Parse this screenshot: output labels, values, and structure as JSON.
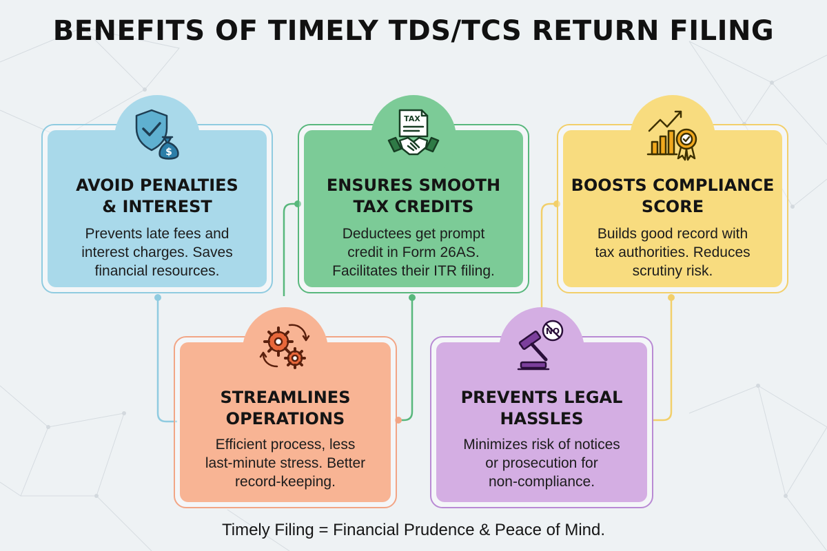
{
  "title": "BENEFITS OF TIMELY TDS/TCS RETURN FILING",
  "cards": {
    "penalties": {
      "heading": [
        "AVOID PENALTIES",
        "& INTEREST"
      ],
      "desc": [
        "Prevents late fees and",
        "interest charges. Saves",
        "financial resources."
      ],
      "icon": "shield-money-bag-icon",
      "color": "#a9d9ea"
    },
    "credits": {
      "heading": [
        "ENSURES SMOOTH",
        "TAX CREDITS"
      ],
      "desc": [
        "Deductees get prompt",
        "credit in Form 26AS.",
        "Facilitates their ITR filing."
      ],
      "icon": "tax-document-handshake-icon",
      "icon_text": "TAX",
      "color": "#7ccb97"
    },
    "compliance": {
      "heading": [
        "BOOSTS COMPLIANCE",
        "SCORE"
      ],
      "desc": [
        "Builds good record with",
        "tax authorities. Reduces",
        "scrutiny risk."
      ],
      "icon": "growth-chart-badge-icon",
      "color": "#f8dc7f"
    },
    "operations": {
      "heading": [
        "STREAMLINES",
        "OPERATIONS"
      ],
      "desc": [
        "Efficient process, less",
        "last-minute stress. Better",
        "record-keeping."
      ],
      "icon": "gears-cycle-icon",
      "color": "#f8b494"
    },
    "legal": {
      "heading": [
        "PREVENTS LEGAL",
        "HASSLES"
      ],
      "desc": [
        "Minimizes risk of notices",
        "or prosecution for",
        "non-compliance."
      ],
      "icon": "gavel-no-icon",
      "icon_text": "NO",
      "color": "#d4aee3"
    }
  },
  "footer": "Timely Filing = Financial Prudence & Peace of Mind."
}
